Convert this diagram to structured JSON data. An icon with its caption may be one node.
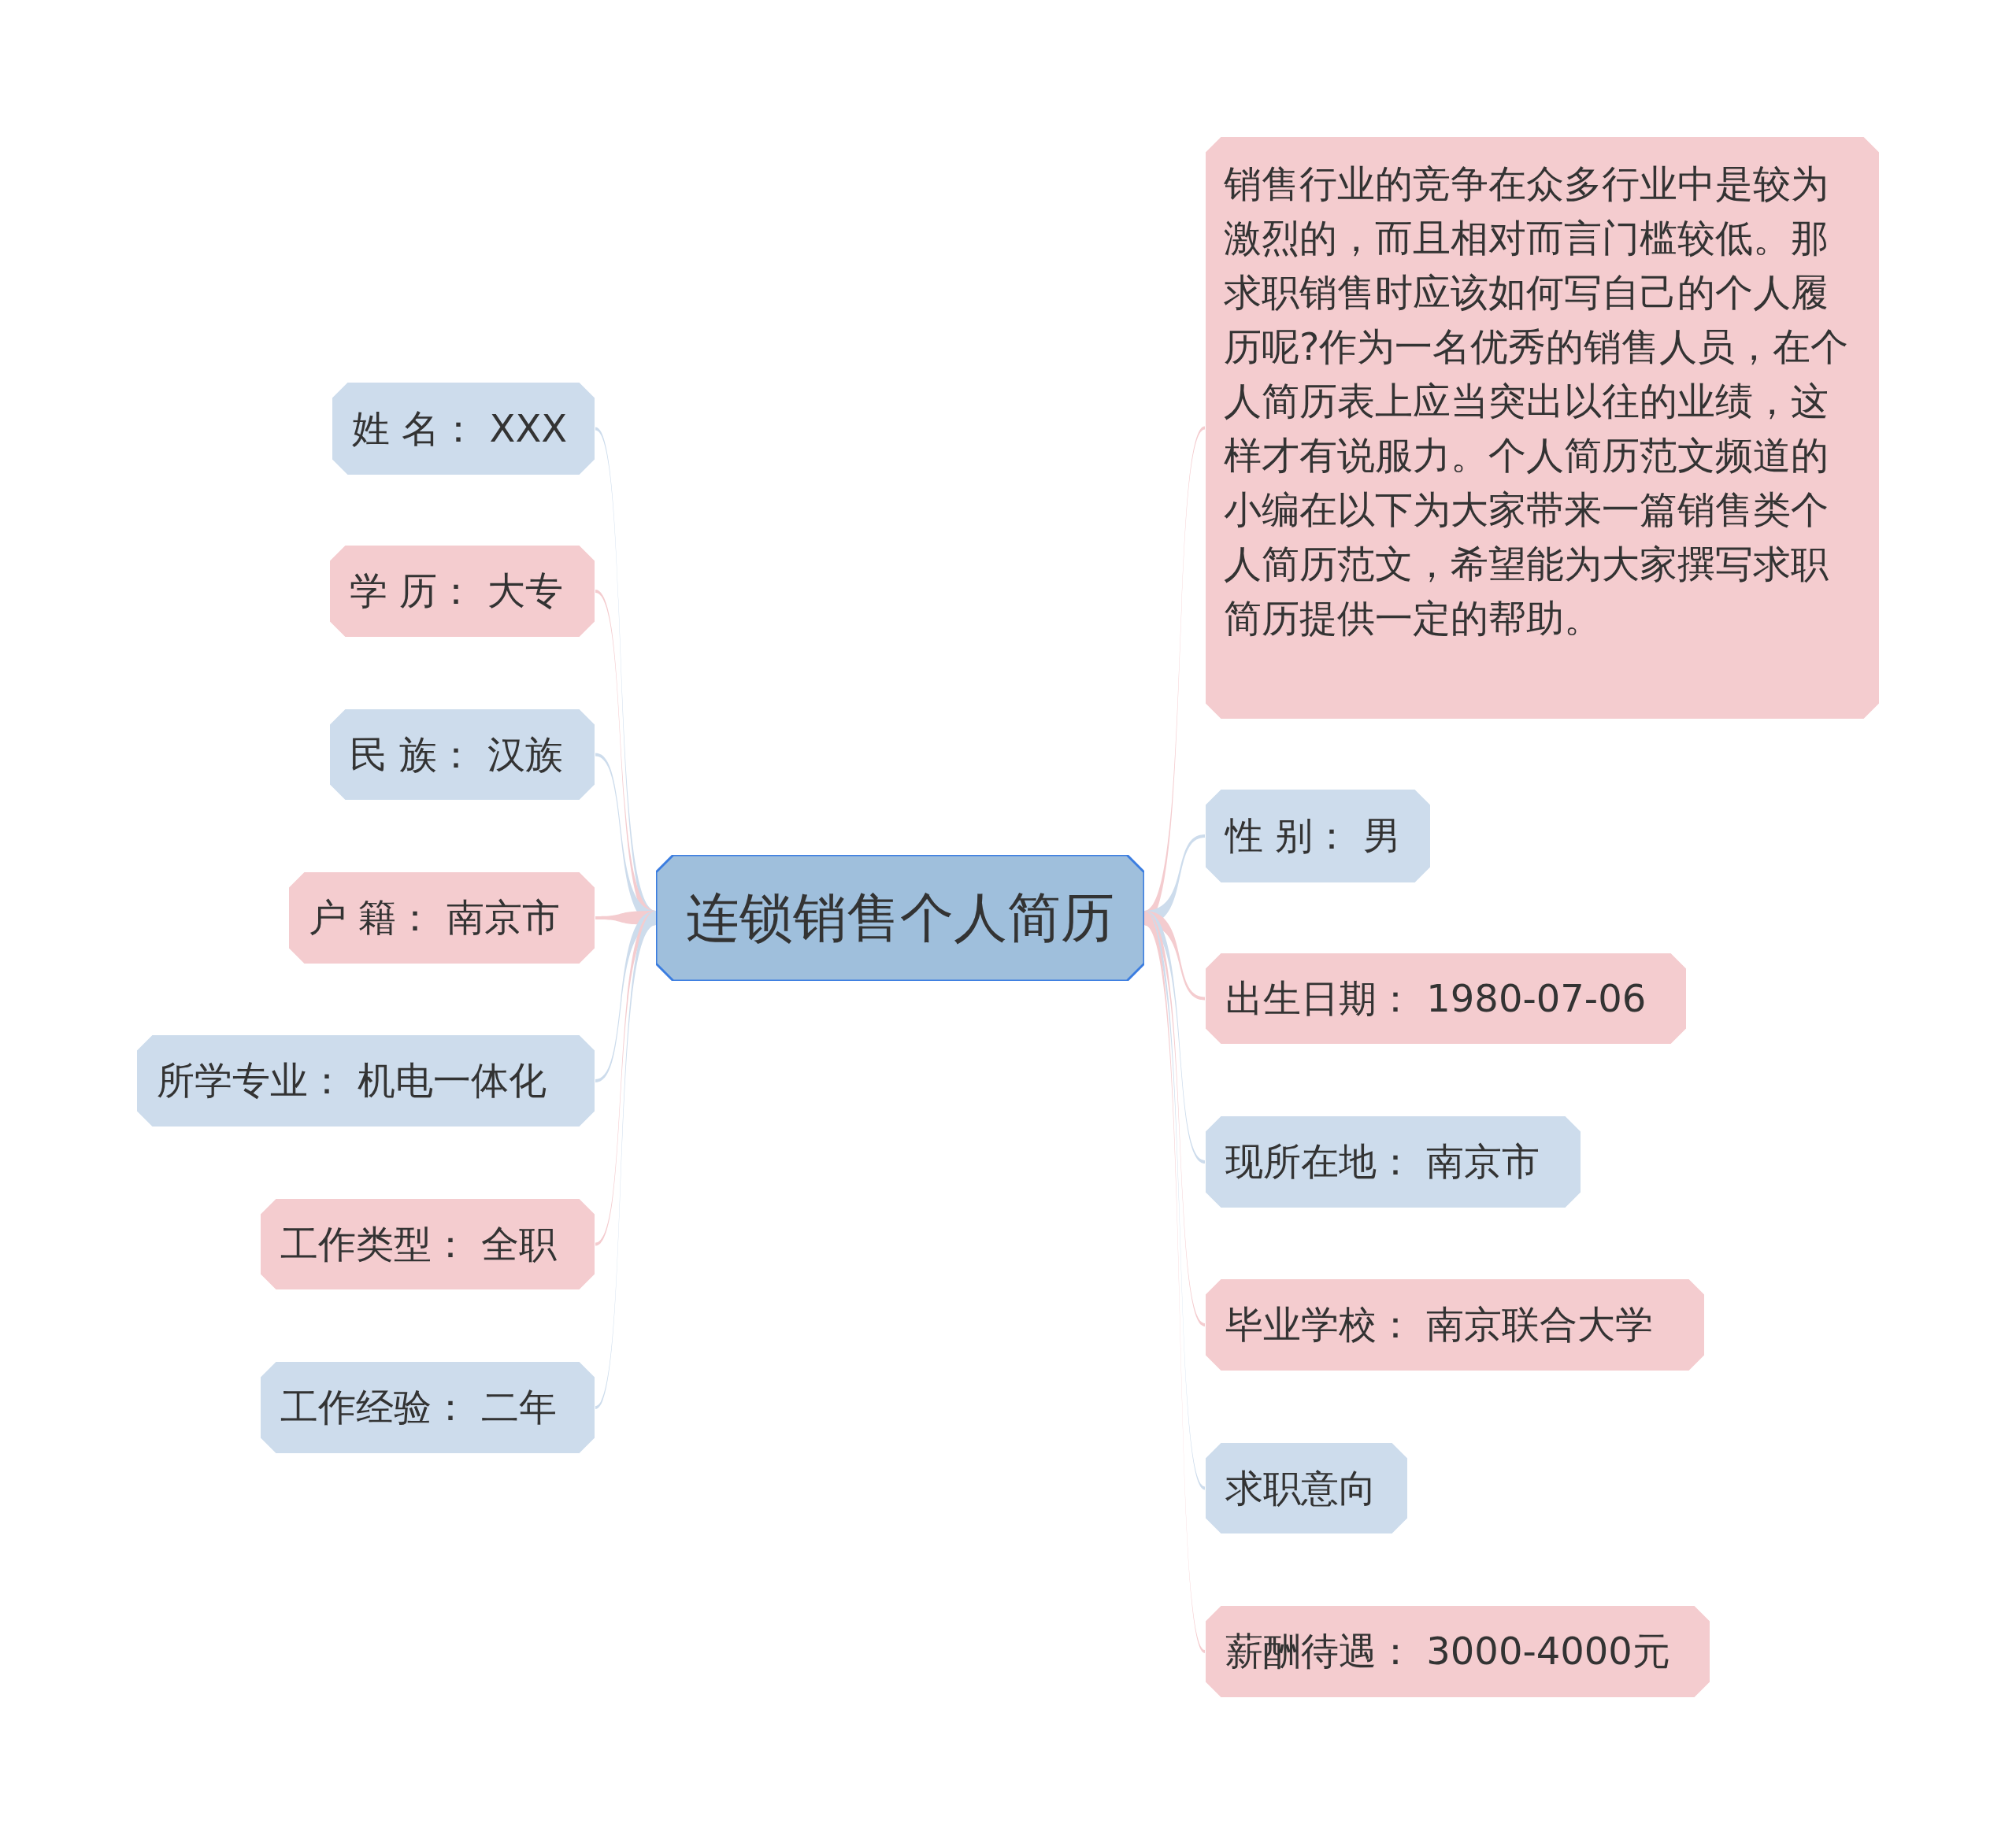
{
  "diagram": {
    "nodes": [
      {
        "text": [
          "连锁销售个人简历"
        ]
      },
      {
        "text": [
          "姓 名： XXX"
        ]
      },
      {
        "text": [
          "学 历： 大专"
        ]
      },
      {
        "text": [
          "民 族： 汉族"
        ]
      },
      {
        "text": [
          "户 籍： 南京市"
        ]
      },
      {
        "text": [
          "所学专业： 机电一体化"
        ]
      },
      {
        "text": [
          "工作类型： 全职"
        ]
      },
      {
        "text": [
          "工作经验： 二年"
        ]
      },
      {
        "text": [
          "销售行业的竞争在众多行业中是较为激烈的，而且相对而言门槛较低。那求职销售时应该如何写自己的个人履历呢?作为一名优秀的销售人员，在个人简历表上应当突出以往的业绩，这样才有说服力。个人简历范文频道的小编在以下为大家带来一篇销售类个人简历范文，希望能为大家撰写求职简历提供一定的帮助。"
        ]
      },
      {
        "text": [
          "性 别： 男"
        ]
      },
      {
        "text": [
          "出生日期： 1980-07-06"
        ]
      },
      {
        "text": [
          "现所在地： 南京市"
        ]
      },
      {
        "text": [
          "毕业学校： 南京联合大学"
        ]
      },
      {
        "text": [
          "求职意向"
        ]
      },
      {
        "text": [
          "薪酬待遇： 3000-4000元"
        ]
      }
    ],
    "edges": [
      {
        "from": 0,
        "to": 1,
        "arrow": "none",
        "color": "#cddcec"
      },
      {
        "from": 0,
        "to": 2,
        "arrow": "none"
      },
      {
        "from": 0,
        "to": 3,
        "arrow": "none",
        "color": "#cddcec"
      },
      {
        "from": 0,
        "to": 4,
        "arrow": "none"
      },
      {
        "from": 0,
        "to": 5,
        "arrow": "none",
        "color": "#cddcec"
      },
      {
        "from": 0,
        "to": 6,
        "arrow": "none"
      },
      {
        "from": 0,
        "to": 7,
        "arrow": "none",
        "color": "#cddcec"
      },
      {
        "from": 0,
        "to": 8,
        "arrow": "none"
      },
      {
        "from": 0,
        "to": 9,
        "arrow": "none",
        "color": "#cddcec"
      },
      {
        "from": 0,
        "to": 10,
        "arrow": "none"
      },
      {
        "from": 0,
        "to": 11,
        "arrow": "none",
        "color": "#cddcec"
      },
      {
        "from": 0,
        "to": 12,
        "arrow": "none"
      },
      {
        "from": 0,
        "to": 13,
        "arrow": "none",
        "color": "#cddcec"
      },
      {
        "from": 0,
        "to": 14,
        "arrow": "none"
      }
    ]
  }
}
